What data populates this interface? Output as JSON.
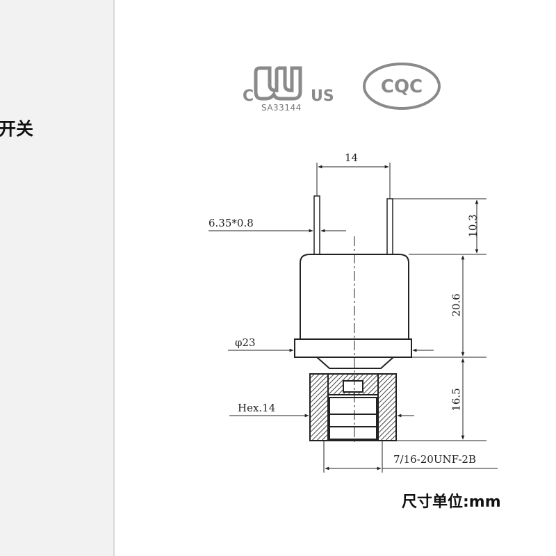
{
  "left_panel": {
    "title": "开关",
    "background": "#f2f2f2"
  },
  "certifications": {
    "ul": {
      "mark_c": "C",
      "mark_us": "US",
      "file_no": "SA33144",
      "icon": "ul-listed-icon"
    },
    "cqc": {
      "label": "CQC",
      "icon": "cqc-mark-icon"
    }
  },
  "dimensions": {
    "terminal_spacing": "14",
    "terminal_size": "6.35*0.8",
    "terminal_height": "10.3",
    "body_height": "20.6",
    "body_diameter": "φ23",
    "fitting_height": "16.5",
    "hex_size": "Hex.14",
    "thread": "7/16-20UNF-2B"
  },
  "unit_note": "尺寸单位:mm",
  "colors": {
    "line": "#222222",
    "logo_gray": "#8a8a8a",
    "hatch": "#444444"
  }
}
